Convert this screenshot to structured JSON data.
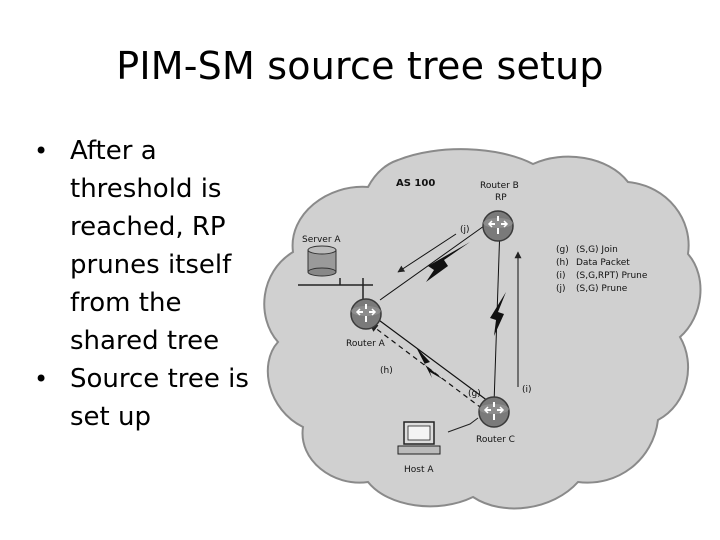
{
  "title": "PIM-SM source tree setup",
  "bullets": [
    {
      "lines": [
        "After a",
        "threshold is",
        "reached, RP",
        "prunes itself",
        "from the",
        "shared tree"
      ]
    },
    {
      "lines": [
        "Source tree is",
        "set up"
      ]
    }
  ],
  "diagram": {
    "as_label": "AS 100",
    "router_b": [
      "Router B",
      "RP"
    ],
    "server_a": "Server A",
    "router_a": "Router A",
    "router_c": "Router C",
    "host_a": "Host A",
    "msg_j": "(j)",
    "msg_h": "(h)",
    "msg_g": "(g)",
    "msg_i": "(i)",
    "legend": [
      {
        "key": "(g)",
        "text": "(S,G) Join"
      },
      {
        "key": "(h)",
        "text": "Data Packet"
      },
      {
        "key": "(i)",
        "text": "(S,G,RPT) Prune"
      },
      {
        "key": "(j)",
        "text": "(S,G) Prune"
      }
    ],
    "colors": {
      "cloud_fill": "#d0d0d0",
      "cloud_stroke": "#8a8a8a",
      "router_fill": "#7a7a7a"
    }
  }
}
